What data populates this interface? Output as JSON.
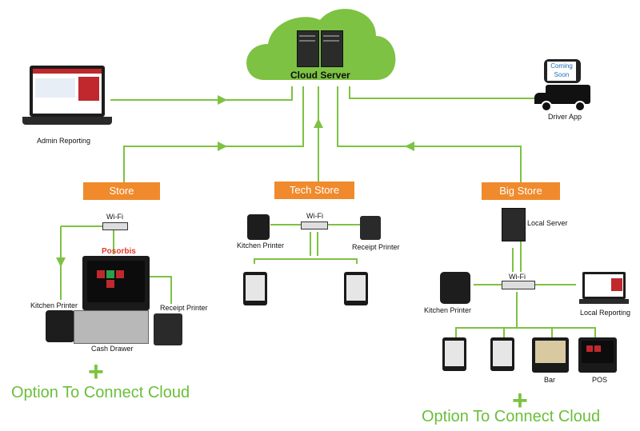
{
  "cloud": {
    "label": "Cloud Server"
  },
  "admin": {
    "label": "Admin Reporting"
  },
  "driver": {
    "label": "Driver App",
    "badge": "Coming Soon"
  },
  "stores": {
    "store": {
      "label": "Store",
      "wifi": "Wi-Fi",
      "brand": "Posorbis",
      "kitchen": "Kitchen Printer",
      "receipt": "Receipt Printer",
      "drawer": "Cash Drawer"
    },
    "tech": {
      "label": "Tech Store",
      "wifi": "Wi-Fi",
      "kitchen": "Kitchen Printer",
      "receipt": "Receipt Printer"
    },
    "big": {
      "label": "Big Store",
      "server": "Local Server",
      "wifi": "Wi-Fi",
      "kitchen": "Kitchen Printer",
      "reporting": "Local Reporting",
      "bar": "Bar",
      "pos": "POS"
    }
  },
  "option": {
    "plus": "+",
    "text": "Option To Connect Cloud"
  },
  "colors": {
    "line": "#7dc242",
    "orange": "#f08a2c",
    "cloud": "#7dc242",
    "optionText": "#6abf3a"
  }
}
